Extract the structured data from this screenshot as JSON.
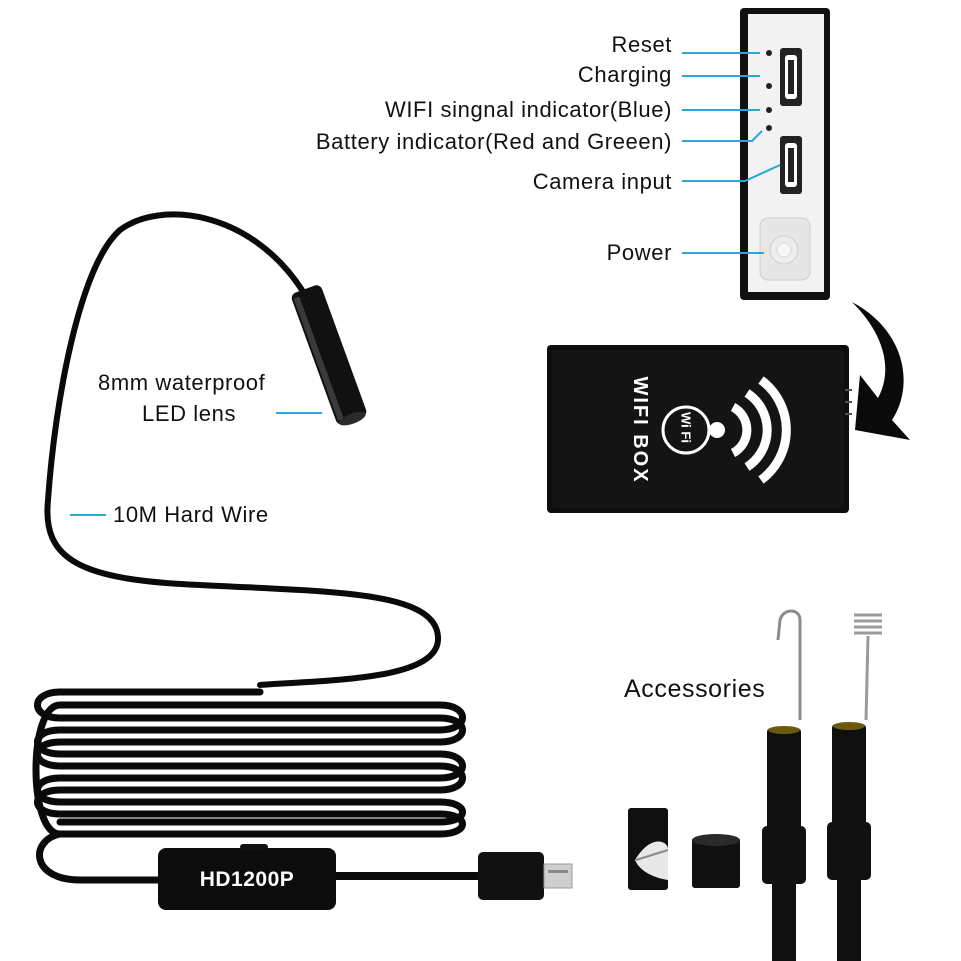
{
  "panel_labels": {
    "reset": "Reset",
    "charging": "Charging",
    "wifi_indicator": "WIFI singnal indicator(Blue)",
    "battery_indicator": "Battery indicator(Red and Greeen)",
    "camera_input": "Camera input",
    "power": "Power"
  },
  "cable_labels": {
    "lens_line1": "8mm waterproof",
    "lens_line2": "LED lens",
    "hard_wire": "10M Hard Wire"
  },
  "wifi_box": {
    "title": "WIFI BOX",
    "badge": "Wi Fi"
  },
  "usb_badge": "HD1200P",
  "accessories_label": "Accessories",
  "colors": {
    "leader_line": "#29a8d8",
    "device_body": "#111111",
    "panel_face": "#f2f2f2"
  }
}
